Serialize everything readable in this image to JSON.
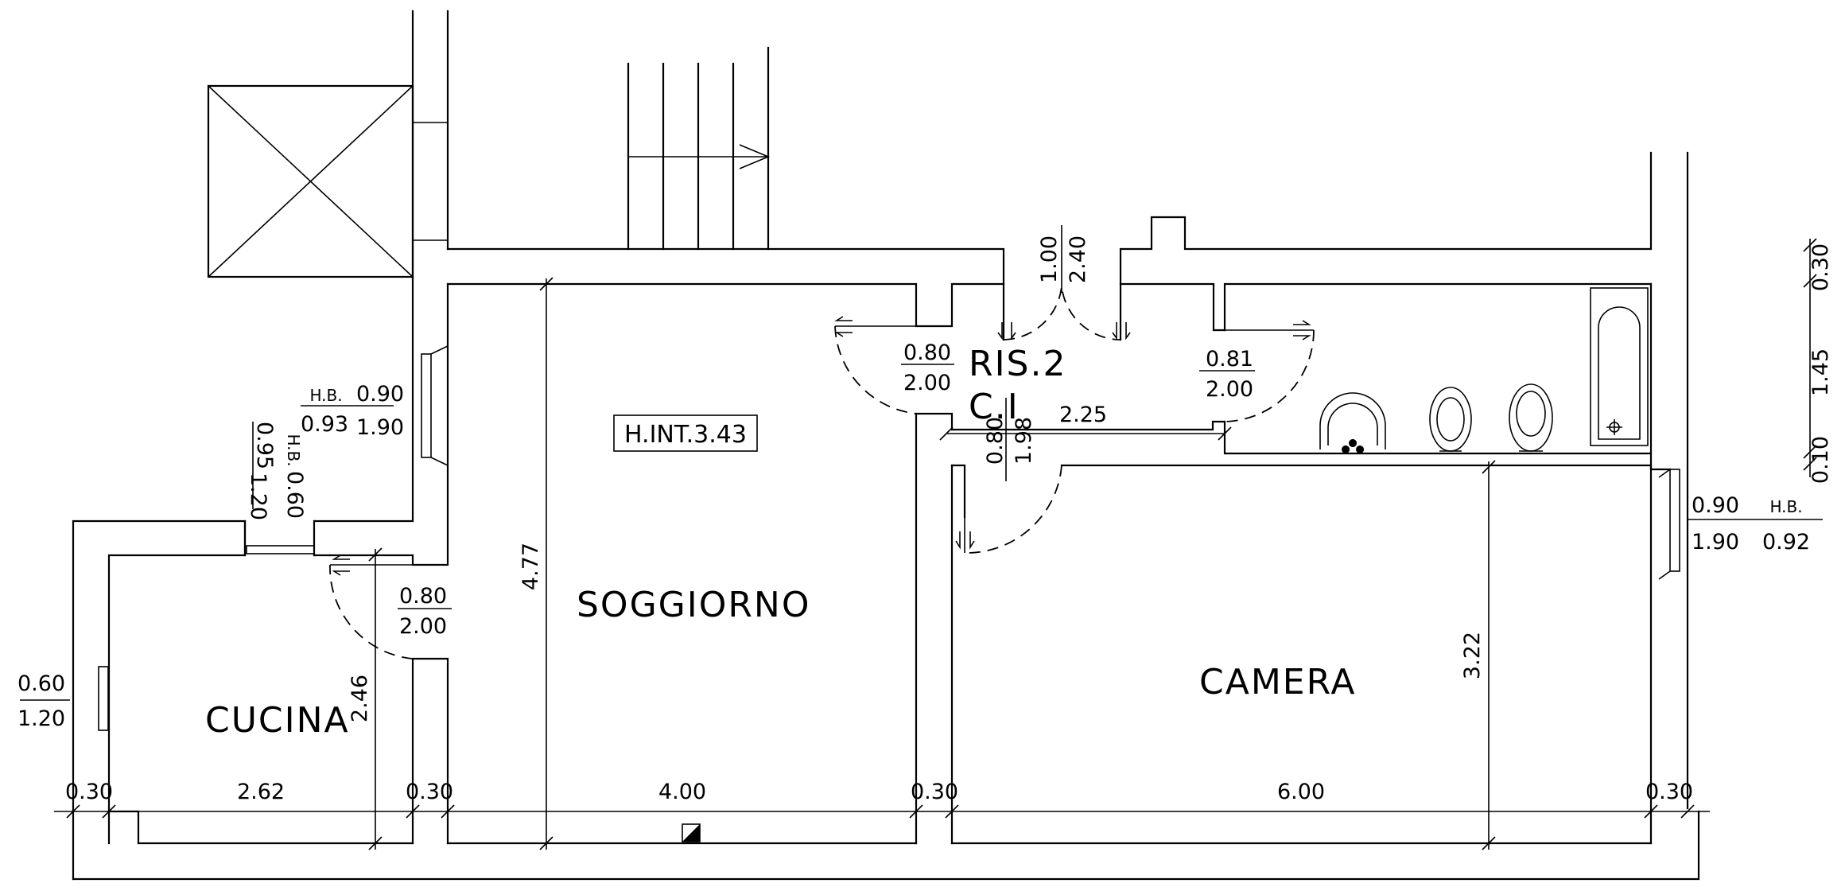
{
  "rooms": {
    "soggiorno": "SOGGIORNO",
    "camera": "CAMERA",
    "cucina": "CUCINA",
    "ris2": "RIS.2",
    "ci": "C.I"
  },
  "height_label": "H.INT.3.43",
  "dimensions": {
    "wall_left": "0.30",
    "cucina_width": "2.62",
    "wall_mid1": "0.30",
    "soggiorno_width": "4.00",
    "wall_mid2": "0.30",
    "camera_width": "6.00",
    "wall_right": "0.30",
    "soggiorno_depth": "4.77",
    "cucina_depth": "2.46",
    "camera_depth": "3.22",
    "corridor_length": "2.25",
    "right_top": "0.30",
    "right_mid": "1.45",
    "right_bottom": "0.10"
  },
  "openings": {
    "door_cucina": {
      "width": "0.80",
      "height": "2.00"
    },
    "door_soggiorno": {
      "width": "0.80",
      "height": "2.00"
    },
    "door_bagno": {
      "width": "0.81",
      "height": "2.00"
    },
    "door_entrance": {
      "width": "1.00",
      "height": "2.40"
    },
    "door_camera": {
      "width": "0.80",
      "height": "1.98"
    },
    "window_top_left": {
      "hb_label": "H.B.",
      "hb": "0.90",
      "width": "0.93",
      "height": "1.90"
    },
    "window_cucina_top": {
      "hb_label": "H.B.",
      "hb": "0.60",
      "width": "0.95",
      "height": "1.20"
    },
    "window_cucina_left": {
      "width": "0.60",
      "height": "1.20"
    },
    "window_camera": {
      "hb_label": "H.B.",
      "hb": "0.92",
      "width": "0.90",
      "height": "1.90"
    }
  }
}
